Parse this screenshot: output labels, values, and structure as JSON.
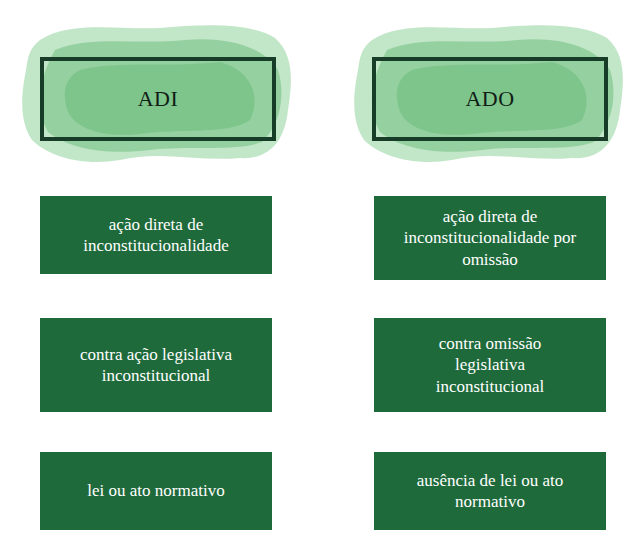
{
  "diagram": {
    "nodes": [
      {
        "text": [
          "ADI"
        ]
      },
      {
        "text": [
          "ADO"
        ]
      },
      {
        "text": [
          "ação direta de inconstitucionalidade"
        ]
      },
      {
        "text": [
          "ação direta de inconstitucionalidade por omissão"
        ]
      },
      {
        "text": [
          "contra ação legislativa inconstitucional"
        ]
      },
      {
        "text": [
          "contra omissão legislativa inconstitucional"
        ]
      },
      {
        "text": [
          "lei ou ato normativo"
        ]
      },
      {
        "text": [
          "ausência de lei ou ato normativo"
        ]
      }
    ]
  }
}
